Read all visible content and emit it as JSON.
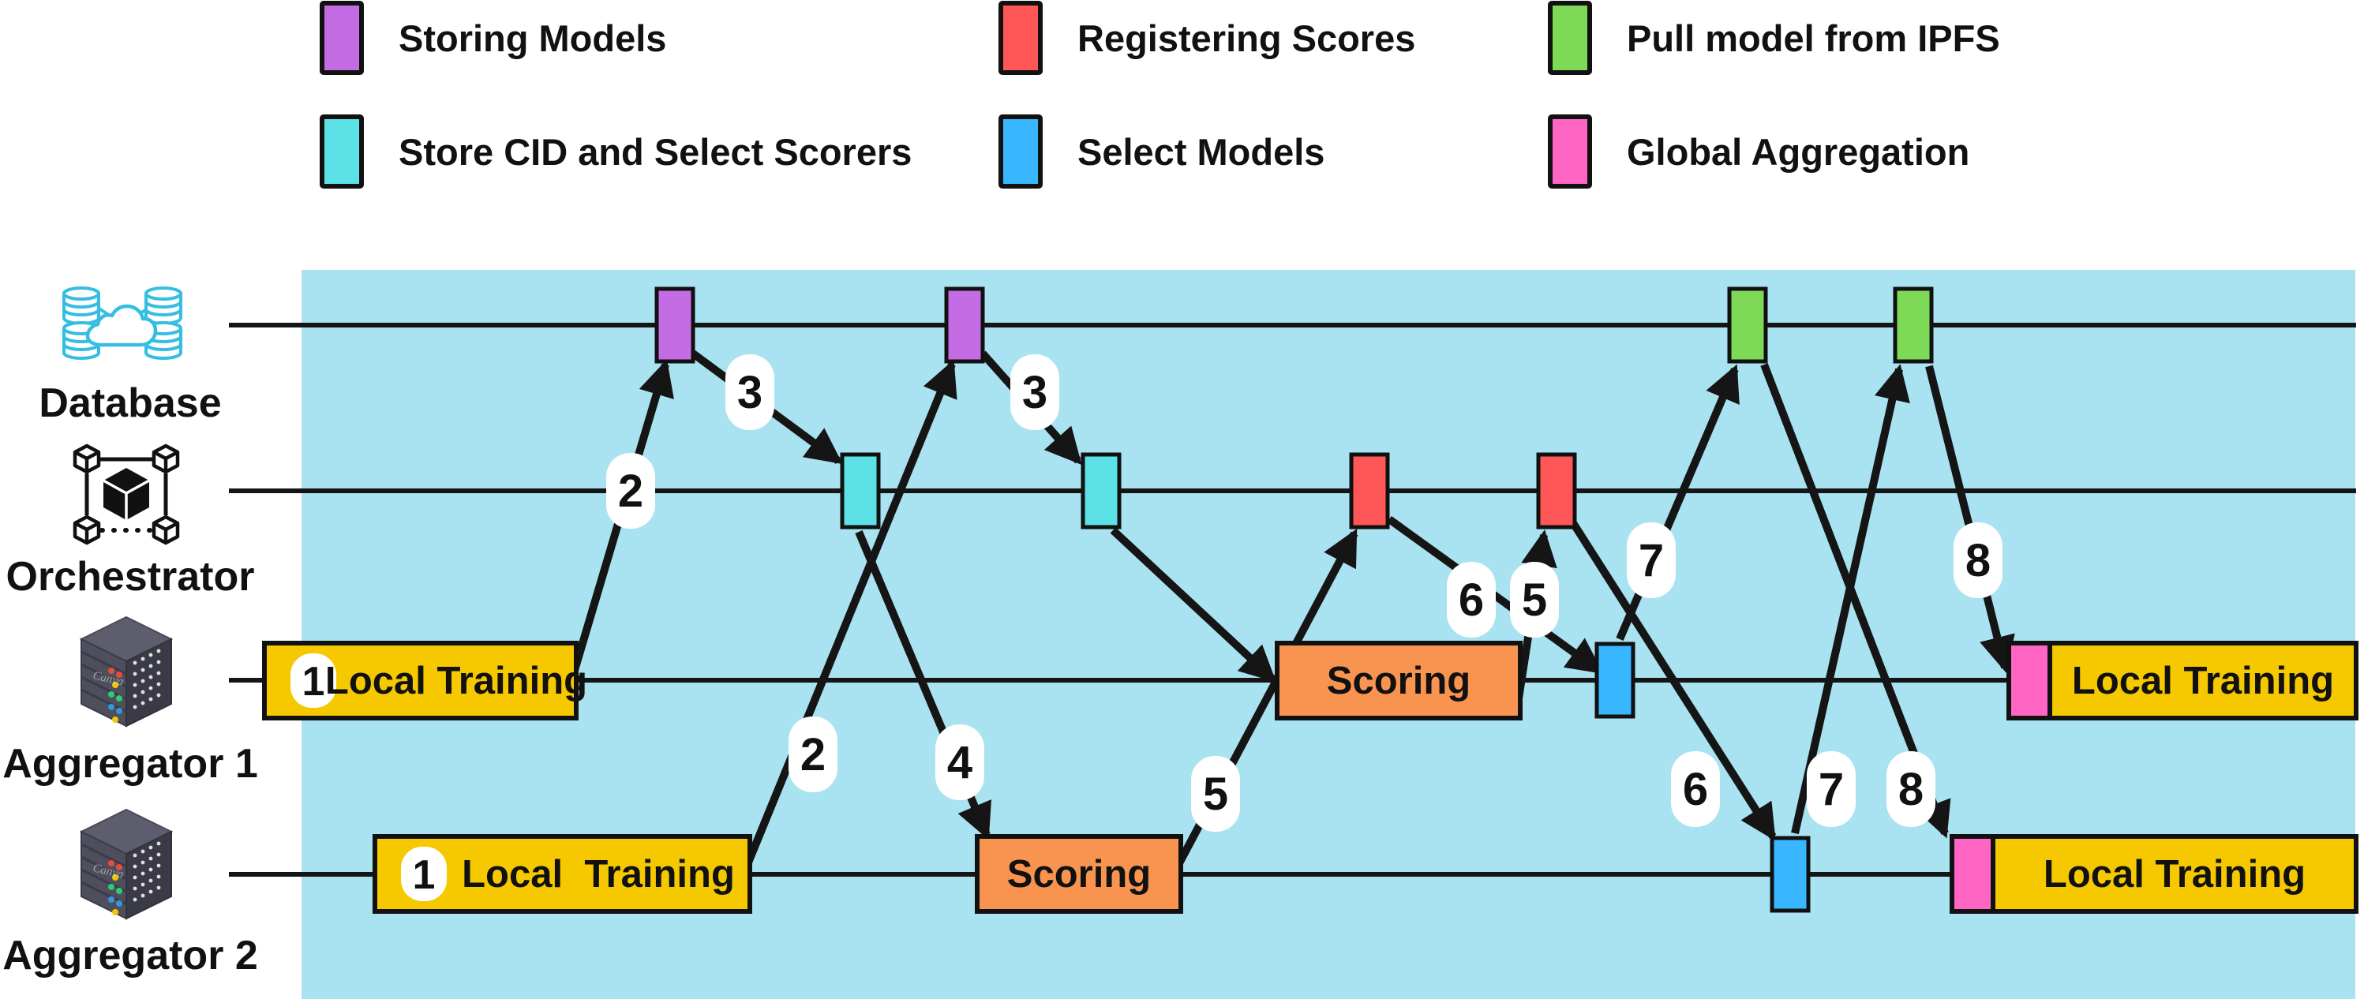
{
  "colors": {
    "panel": "#A9E2F0",
    "line": "#151515",
    "purple": "#C36CE3",
    "cyan": "#5CE1E6",
    "red": "#FF5757",
    "green": "#7ED957",
    "blue": "#38B6FF",
    "pink": "#FF66C4",
    "yellow": "#F5C800",
    "orange": "#F99450",
    "db_icon": "#35BEE2",
    "white": "#FFFFFF"
  },
  "legend": {
    "items": [
      {
        "key": "storing-models",
        "label": "Storing Models"
      },
      {
        "key": "registering-scores",
        "label": "Registering Scores"
      },
      {
        "key": "pull-model-from-ipfs",
        "label": "Pull model from IPFS"
      },
      {
        "key": "store-cid-and-select-scorers",
        "label": "Store CID and Select Scorers"
      },
      {
        "key": "select-models",
        "label": "Select Models"
      },
      {
        "key": "global-aggregation",
        "label": "Global Aggregation"
      }
    ]
  },
  "actors": {
    "database": {
      "label": "Database"
    },
    "orchestrator": {
      "label": "Orchestrator"
    },
    "aggregator1": {
      "label": "Aggregator 1"
    },
    "aggregator2": {
      "label": "Aggregator 2"
    }
  },
  "boxes": {
    "badge": "1",
    "agg1_local_training_start": "Local Training",
    "agg2_local_training_start": "Local  Training",
    "agg1_scoring": "Scoring",
    "agg2_scoring": "Scoring",
    "agg1_local_training_end": "Local Training",
    "agg2_local_training_end": "Local Training"
  },
  "steps": [
    "2",
    "3",
    "2",
    "3",
    "4",
    "5",
    "5",
    "6",
    "6",
    "7",
    "7",
    "8",
    "8"
  ]
}
